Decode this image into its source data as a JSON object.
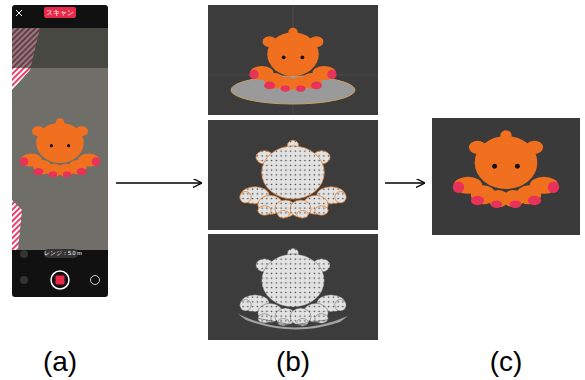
{
  "diagram": {
    "nodes": [
      {
        "text": [
          "(a)"
        ]
      },
      {
        "text": [
          "(b)"
        ]
      },
      {
        "text": [
          "(c)"
        ]
      }
    ],
    "edges": [
      {
        "from": 0,
        "to": 1,
        "arrow": "to"
      },
      {
        "from": 1,
        "to": 2,
        "arrow": "to"
      }
    ],
    "labels": [
      "スキャン",
      "レンジ：5.0 m"
    ]
  }
}
